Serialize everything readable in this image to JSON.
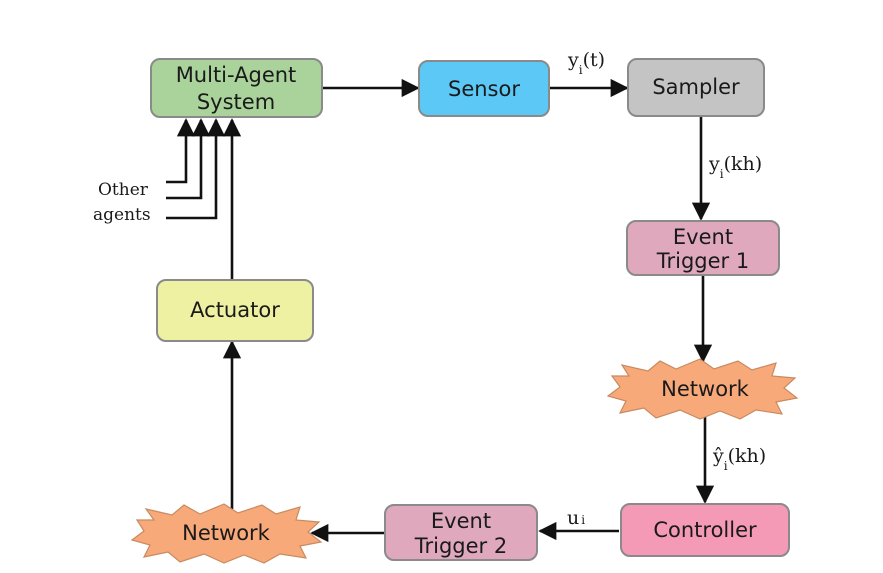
{
  "colors": {
    "mas": "#a9d39a",
    "sensor": "#5bc8f5",
    "sampler": "#c4c4c4",
    "trigger": "#dfa8bd",
    "network": "#f7a979",
    "controller": "#f49ab6",
    "actuator": "#eef0a2"
  },
  "nodes": {
    "mas": {
      "line1": "Multi-Agent",
      "line2": "System"
    },
    "sensor": {
      "label": "Sensor"
    },
    "sampler": {
      "label": "Sampler"
    },
    "trigger1": {
      "line1": "Event",
      "line2": "Trigger 1"
    },
    "network1": {
      "label": "Network"
    },
    "controller": {
      "label": "Controller"
    },
    "trigger2": {
      "line1": "Event",
      "line2": "Trigger 2"
    },
    "network2": {
      "label": "Network"
    },
    "actuator": {
      "label": "Actuator"
    }
  },
  "edges": {
    "sensor_sampler": {
      "base": "y",
      "sub": "i",
      "arg": "(t)"
    },
    "sampler_trigger1": {
      "base": "y",
      "sub": "i",
      "arg": "(kh)"
    },
    "network1_controller": {
      "base": "ŷ",
      "sub": "i",
      "arg": "(kh)"
    },
    "controller_trigger2": {
      "base": "u",
      "sub": "i"
    }
  },
  "side": {
    "line1": "Other",
    "line2": "agents"
  }
}
